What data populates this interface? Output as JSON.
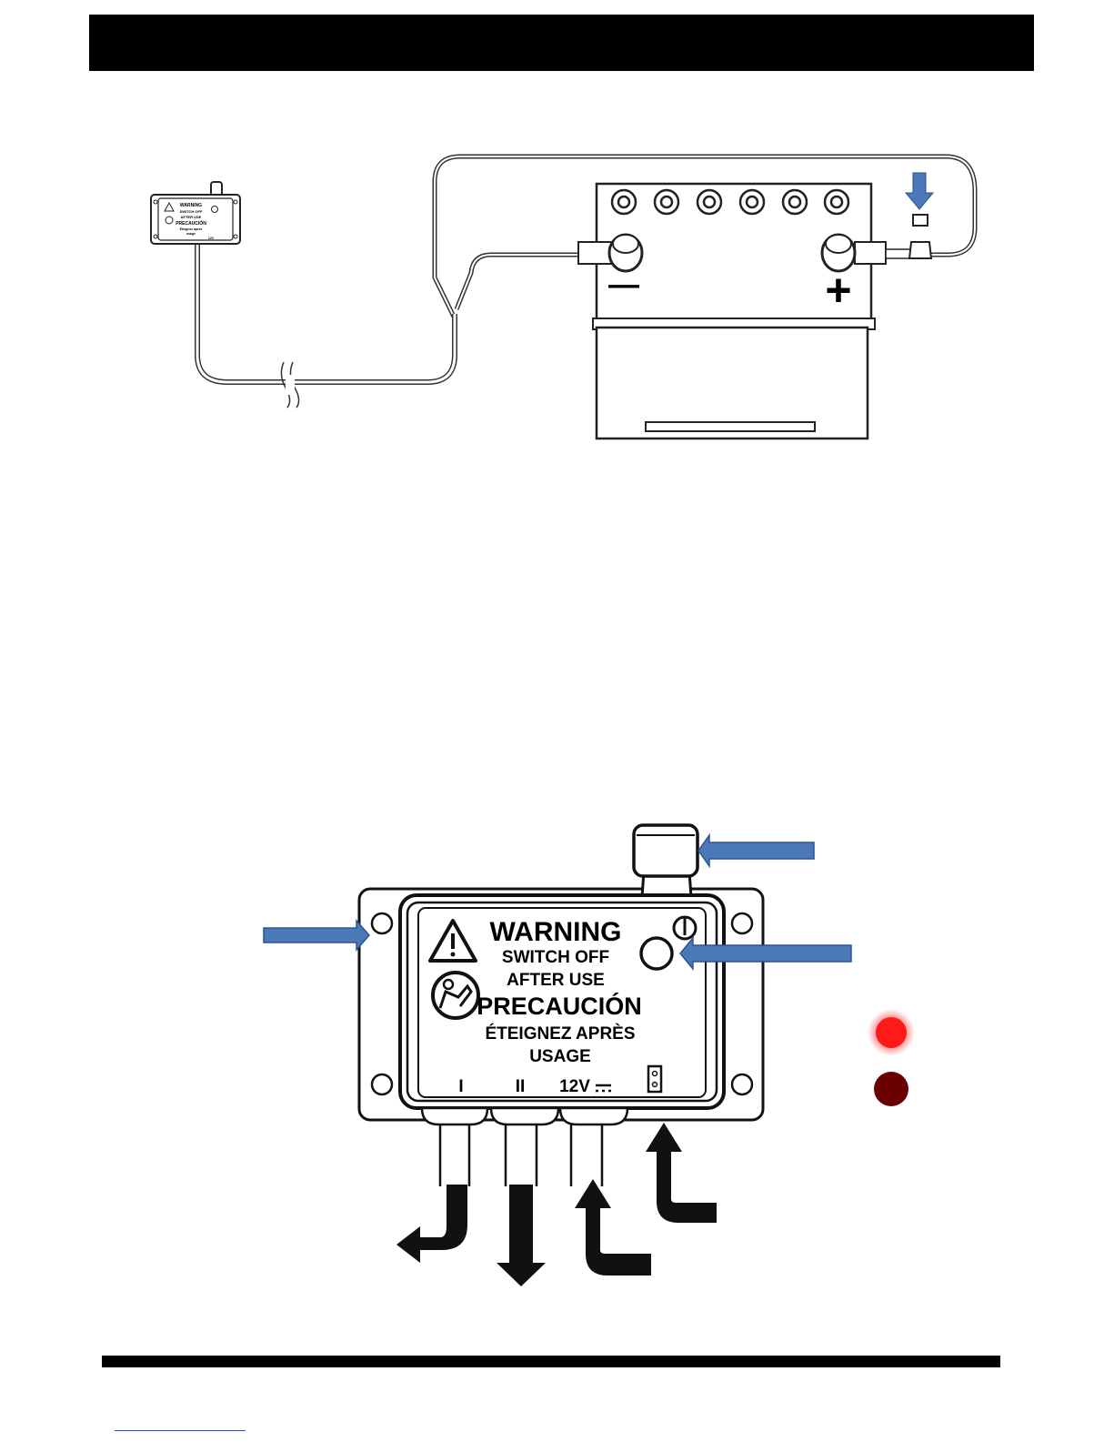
{
  "battery": {
    "negative_symbol": "—",
    "positive_symbol": "+"
  },
  "mini_box": {
    "lines": [
      "WARNING",
      "SWITCH OFF",
      "AFTER USE",
      "PRECAUCIÓN",
      "Éteignez après",
      "usage",
      "12V"
    ]
  },
  "control_box": {
    "warning": "WARNING",
    "switch_off": "SWITCH OFF",
    "after_use": "AFTER USE",
    "precaucion": "PRECAUCIÓN",
    "eteignez": "ÉTEIGNEZ APRÈS",
    "usage": "USAGE",
    "port_1": "I",
    "port_2": "II",
    "port_12v": "12V"
  },
  "icons": {
    "warning": "warning-triangle-icon",
    "manual": "read-manual-icon",
    "power": "power-icon"
  },
  "indicators": {
    "on_color": "#ff1a1a",
    "off_color": "#6b0000"
  },
  "colors": {
    "arrow_blue": "#4a78b8",
    "bar": "#000000"
  }
}
